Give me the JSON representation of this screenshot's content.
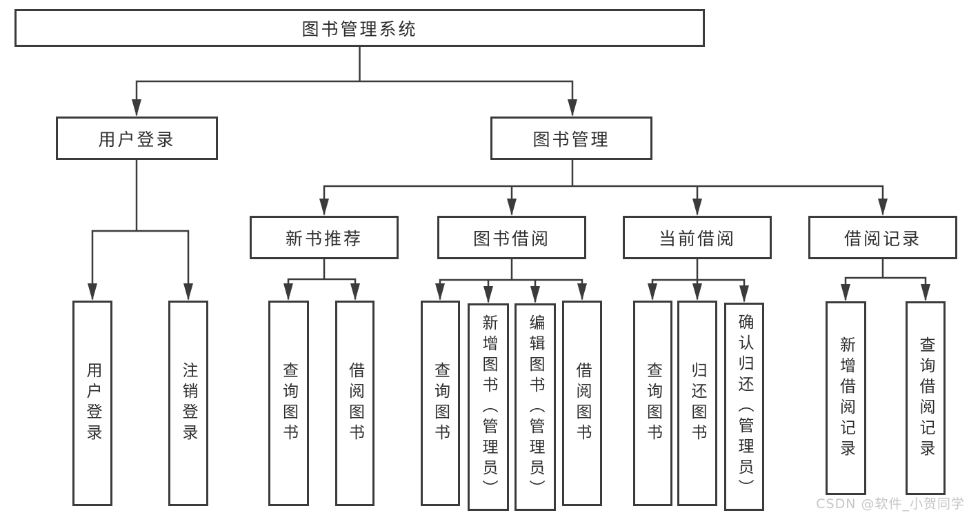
{
  "diagram": {
    "root": {
      "label": "图书管理系统"
    },
    "level2": [
      {
        "label": "用户登录"
      },
      {
        "label": "图书管理"
      }
    ],
    "level3": [
      {
        "label": "新书推荐"
      },
      {
        "label": "图书借阅"
      },
      {
        "label": "当前借阅"
      },
      {
        "label": "借阅记录"
      }
    ],
    "leaves": {
      "login": [
        {
          "label": "用户登录"
        },
        {
          "label": "注销登录"
        }
      ],
      "new_book": [
        {
          "label": "查询图书"
        },
        {
          "label": "借阅图书"
        }
      ],
      "book_borrow": [
        {
          "label": "查询图书"
        },
        {
          "label": "新增图书（管理员）"
        },
        {
          "label": "编辑图书（管理员）"
        },
        {
          "label": "借阅图书"
        }
      ],
      "current_borrow": [
        {
          "label": "查询图书"
        },
        {
          "label": "归还图书"
        },
        {
          "label": "确认归还（管理员）"
        }
      ],
      "borrow_records": [
        {
          "label": "新增借阅记录"
        },
        {
          "label": "查询借阅记录"
        }
      ]
    }
  },
  "watermark": {
    "text": "CSDN @软件_小贺同学"
  },
  "colors": {
    "line": "#3b3b3b",
    "box_border": "#3b3b3b",
    "box_bg": "#ffffff",
    "text": "#2e2e2e",
    "watermark": "#c7c5c5",
    "background": "#ffffff"
  }
}
